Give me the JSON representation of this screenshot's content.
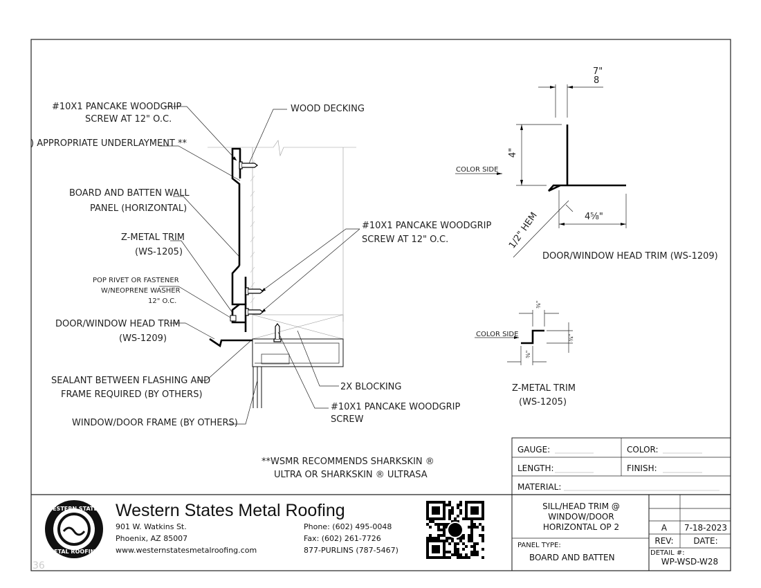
{
  "left_callouts": {
    "screw_top_1": "#10X1 PANCAKE WOODGRIP",
    "screw_top_2": "SCREW AT 12\" O.C.",
    "underlayment": ") APPROPRIATE UNDERLAYMENT **",
    "wall_panel_1": "BOARD AND BATTEN WALL",
    "wall_panel_2": "PANEL (HORIZONTAL)",
    "z_trim_1": "Z-METAL TRIM",
    "z_trim_2": "(WS-1205)",
    "rivet_1": "POP RIVET OR FASTENER",
    "rivet_2": "W/NEOPRENE WASHER",
    "rivet_3": "12\" O.C.",
    "head_trim_1": "DOOR/WINDOW HEAD TRIM",
    "head_trim_2": "(WS-1209)",
    "sealant_1": "SEALANT BETWEEN FLASHING AND",
    "sealant_2": "FRAME REQUIRED (BY OTHERS)",
    "frame": "WINDOW/DOOR FRAME (BY OTHERS)"
  },
  "right_callouts": {
    "wood_decking": "WOOD DECKING",
    "screw_mid_1": "#10X1 PANCAKE WOODGRIP",
    "screw_mid_2": "SCREW AT 12\" O.C.",
    "blocking": "2X BLOCKING",
    "screw_bottom_1": "#10X1 PANCAKE WOODGRIP",
    "screw_bottom_2": "SCREW"
  },
  "note": {
    "line1": "**WSMR RECOMMENDS SHARKSKIN ®",
    "line2": "ULTRA OR SHARKSKIN ® ULTRASA"
  },
  "head_trim_detail": {
    "dim_top_num": "7\"",
    "dim_top_den": "8",
    "dim_height": "4\"",
    "color_side": "COLOR SIDE",
    "hem": "1/2\" HEM",
    "dim_bottom": "4⅝\"",
    "title": "DOOR/WINDOW HEAD TRIM (WS-1209)"
  },
  "z_trim_detail": {
    "color_side": "COLOR SIDE",
    "dim_top": "⅜\"",
    "dim_right": "¾\"",
    "dim_bottom": "⅜\"",
    "title_1": "Z-METAL TRIM",
    "title_2": "(WS-1205)"
  },
  "spec_box": {
    "gauge": "GAUGE:",
    "color": "COLOR:",
    "length": "LENGTH:",
    "finish": "FINISH:",
    "material": "MATERIAL:"
  },
  "company": {
    "name": "Western States Metal Roofing",
    "address_1": "901 W. Watkins St.",
    "address_2": "Phoenix, AZ 85007",
    "website": "www.westernstatesmetalroofing.com",
    "phone": "Phone: (602) 495-0048",
    "fax": "Fax: (602) 261-7726",
    "tollfree": "877-PURLINS (787-5467)",
    "logo_text_top": "WESTERN STATES",
    "logo_text_bottom": "METAL ROOFING"
  },
  "title_block": {
    "desc_1": "SILL/HEAD TRIM @",
    "desc_2": "WINDOW/DOOR",
    "desc_3": "HORIZONTAL OP 2",
    "rev_value": "A",
    "date_value": "7-18-2023",
    "rev_label": "REV:",
    "date_label": "DATE:",
    "panel_type_label": "PANEL TYPE:",
    "panel_type": "BOARD AND BATTEN",
    "detail_label": "DETAIL #:",
    "detail_value": "WP-WSD-W28"
  },
  "sheet_mark": "36"
}
